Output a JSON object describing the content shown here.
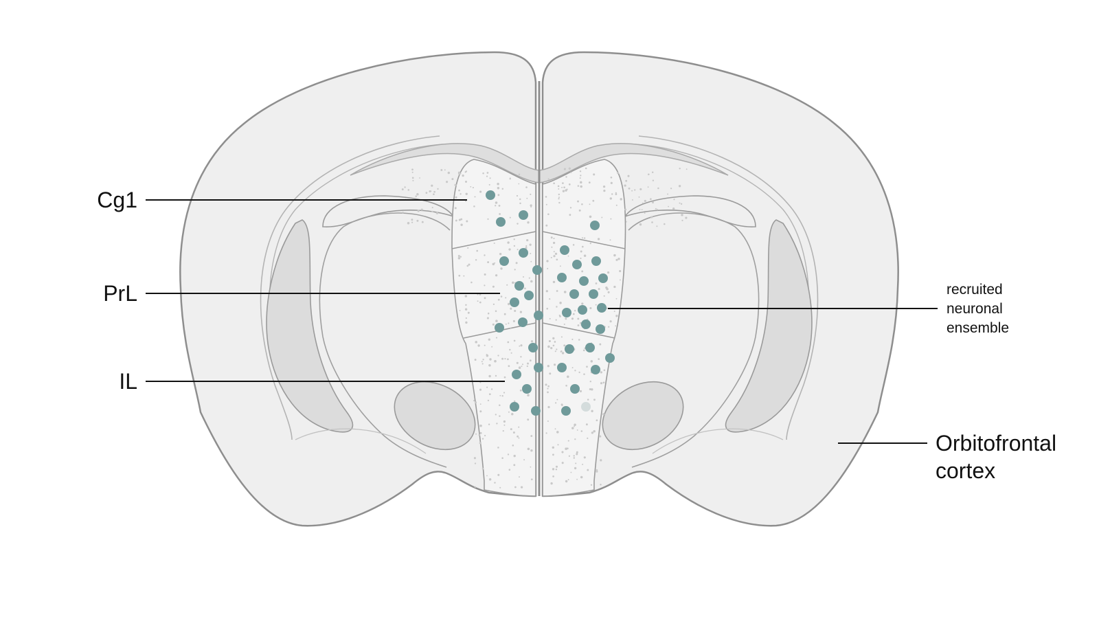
{
  "colors": {
    "background": "#ffffff",
    "brain_fill": "#efefef",
    "brain_outline": "#8e8e8e",
    "inner_line": "#a9a9a9",
    "ventricle_fill": "#dcdcdc",
    "region_fill": "#f4f4f4",
    "neuron": "#6f9a9a",
    "neuron_faint": "#d4dcdc",
    "speckle": "#c9c9c9",
    "text": "#111111"
  },
  "labels": {
    "cg1": "Cg1",
    "prl": "PrL",
    "il": "IL",
    "ensemble_line1": "recruited",
    "ensemble_line2": "neuronal",
    "ensemble_line3": "ensemble",
    "ofc_line1": "Orbitofrontal",
    "ofc_line2": "cortex"
  }
}
